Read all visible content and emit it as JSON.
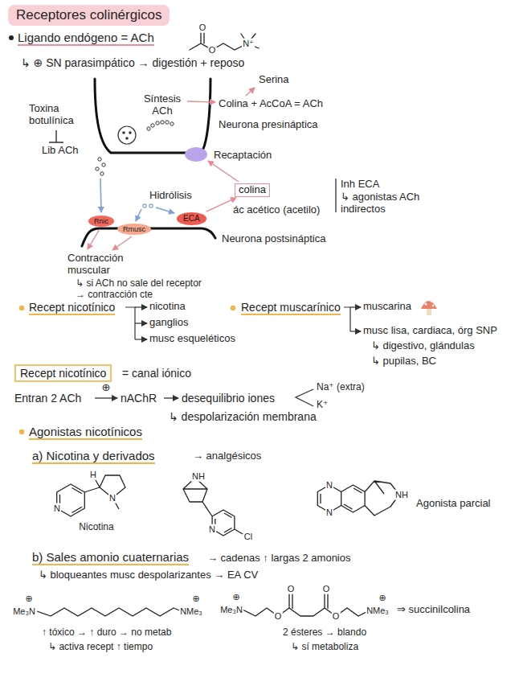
{
  "diagram": {
    "title": "Receptores colinérgicos",
    "nodes": [
      {
        "text": [
          "colina"
        ]
      },
      {
        "text": [
          "Rnic"
        ]
      },
      {
        "text": [
          "Rmusc"
        ]
      },
      {
        "text": [
          "ECA"
        ]
      },
      {
        "text": [
          "Recept nicotínico"
        ]
      }
    ],
    "edges": [
      {
        "from": 3,
        "to": 0,
        "arrow": "to"
      }
    ],
    "labels": [
      "Ligando endógeno = ACh",
      "O",
      "O",
      "N⁺",
      "↳ ⊕ SN parasimpático → digestión + reposo",
      "Serina",
      "Síntesis ACh",
      "Colina + AcCoA = ACh",
      "Neurona presináptica",
      "Toxina botulínica",
      "Lib ACh",
      "Recaptación",
      "ác acético (acetilo)",
      "Hidrólisis",
      "Inh ECA",
      "↳ agonistas ACh indirectos",
      "Neurona postsináptica",
      "Contracción muscular",
      "↳ si ACh no sale del receptor → contracción cte",
      "Recept nicotínico",
      "nicotina",
      "ganglios",
      "musc esqueléticos",
      "Recept muscarínico",
      "muscarina",
      "musc lisa, cardiaca, órg SNP",
      "↳ digestivo, glándulas",
      "↳ pupilas, BC",
      "= canal iónico",
      "Entran 2 ACh",
      "⊕",
      "nAChR",
      "desequilibrio iones",
      "Na⁺ (extra)",
      "K⁺",
      "↳ despolarización membrana",
      "Agonistas nicotínicos",
      "a) Nicotina y derivados",
      "→ analgésicos",
      "H",
      "N",
      "N",
      "Nicotina",
      "NH",
      "N",
      "Cl",
      "N",
      "N",
      "NH",
      "Agonista parcial",
      "b) Sales amonio cuaternarias",
      "→ cadenas ↑ largas 2 amonios",
      "↳ bloqueantes musc despolarizantes → EA CV",
      "⊕",
      "Me₃N",
      "⊕",
      "NMe₃",
      "↑ tóxico → ↑ duro → no metab",
      "↳ activa recept ↑ tiempo",
      "⊕",
      "Me₃N",
      "O",
      "O",
      "O",
      "O",
      "⊕",
      "NMe₃",
      "⇒ succinilcolina",
      "2 ésteres → blando",
      "↳ sí metaboliza"
    ]
  }
}
